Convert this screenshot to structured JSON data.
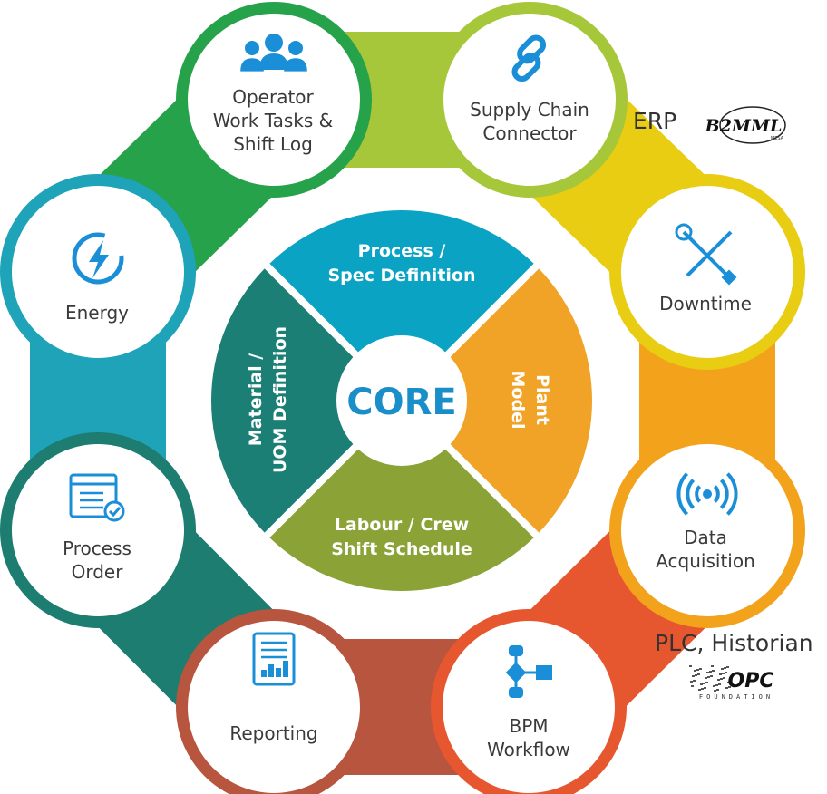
{
  "core": {
    "title": "CORE",
    "segments": [
      {
        "key": "process-spec",
        "label": "Process /\nSpec Definition",
        "color": "#0aa3c4"
      },
      {
        "key": "plant-model",
        "label": "Plant\nModel",
        "color": "#f0a326"
      },
      {
        "key": "labour-crew",
        "label": "Labour / Crew\nShift Schedule",
        "color": "#8aa236"
      },
      {
        "key": "material-uom",
        "label": "Material /\nUOM Definition",
        "color": "#1b7f76"
      }
    ]
  },
  "nodes": [
    {
      "key": "operator",
      "label": "Operator\nWork Tasks &\nShift Log",
      "icon": "people-icon",
      "color": "#26a24a"
    },
    {
      "key": "supply-chain",
      "label": "Supply Chain\nConnector",
      "icon": "chain-link-icon",
      "color": "#a7c73b"
    },
    {
      "key": "downtime",
      "label": "Downtime",
      "icon": "wrench-screwdriver-icon",
      "color": "#e8cd13"
    },
    {
      "key": "data-acquisition",
      "label": "Data\nAcquisition",
      "icon": "signal-waves-icon",
      "color": "#f2a31b"
    },
    {
      "key": "bpm-workflow",
      "label": "BPM\nWorkflow",
      "icon": "flowchart-icon",
      "color": "#e7572f"
    },
    {
      "key": "reporting",
      "label": "Reporting",
      "icon": "report-chart-icon",
      "color": "#b7553f"
    },
    {
      "key": "process-order",
      "label": "Process\nOrder",
      "icon": "order-form-icon",
      "color": "#1c7d70"
    },
    {
      "key": "energy",
      "label": "Energy",
      "icon": "lightning-icon",
      "color": "#1ea3b8"
    }
  ],
  "integrations": {
    "erp": {
      "label": "ERP",
      "logo_text": "B2MML",
      "logo_subtext": "MESA"
    },
    "plc": {
      "label": "PLC, Historian",
      "logo_text": "OPC",
      "logo_subtext": "FOUNDATION"
    }
  },
  "colors": {
    "icon_blue": "#1a8fd8",
    "text": "#3a3a3a",
    "core_text": "#1a8ec9"
  }
}
